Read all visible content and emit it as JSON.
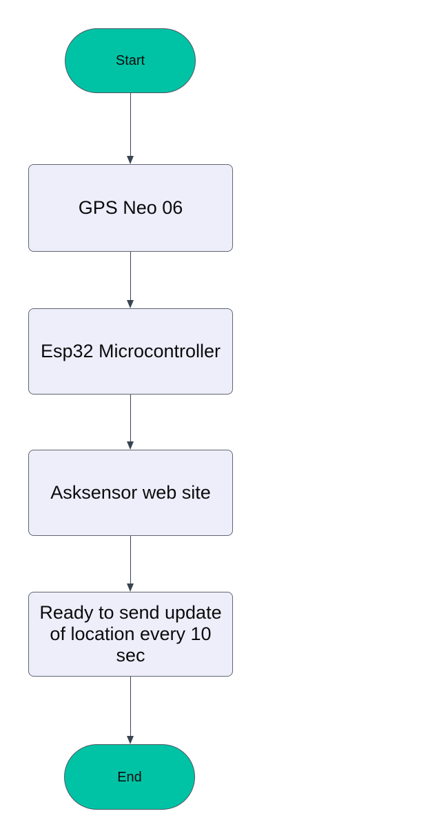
{
  "flowchart": {
    "nodes": [
      {
        "id": "start",
        "type": "terminator",
        "label": "Start"
      },
      {
        "id": "gps",
        "type": "process",
        "label": "GPS Neo 06"
      },
      {
        "id": "esp32",
        "type": "process",
        "label": "Esp32 Microcontroller"
      },
      {
        "id": "asksensor",
        "type": "process",
        "label": "Asksensor web site"
      },
      {
        "id": "ready",
        "type": "process",
        "label": "Ready to send update of location every 10 sec"
      },
      {
        "id": "end",
        "type": "terminator",
        "label": "End"
      }
    ],
    "edges": [
      {
        "from": "start",
        "to": "gps"
      },
      {
        "from": "gps",
        "to": "esp32"
      },
      {
        "from": "esp32",
        "to": "asksensor"
      },
      {
        "from": "asksensor",
        "to": "ready"
      },
      {
        "from": "ready",
        "to": "end"
      }
    ],
    "colors": {
      "terminator_fill": "#00C3A5",
      "process_fill": "#EDEEFA",
      "node_border": "#4E5662",
      "arrow": "#3A4350",
      "text": "#0B0B0D",
      "background": "#FFFFFF"
    }
  }
}
